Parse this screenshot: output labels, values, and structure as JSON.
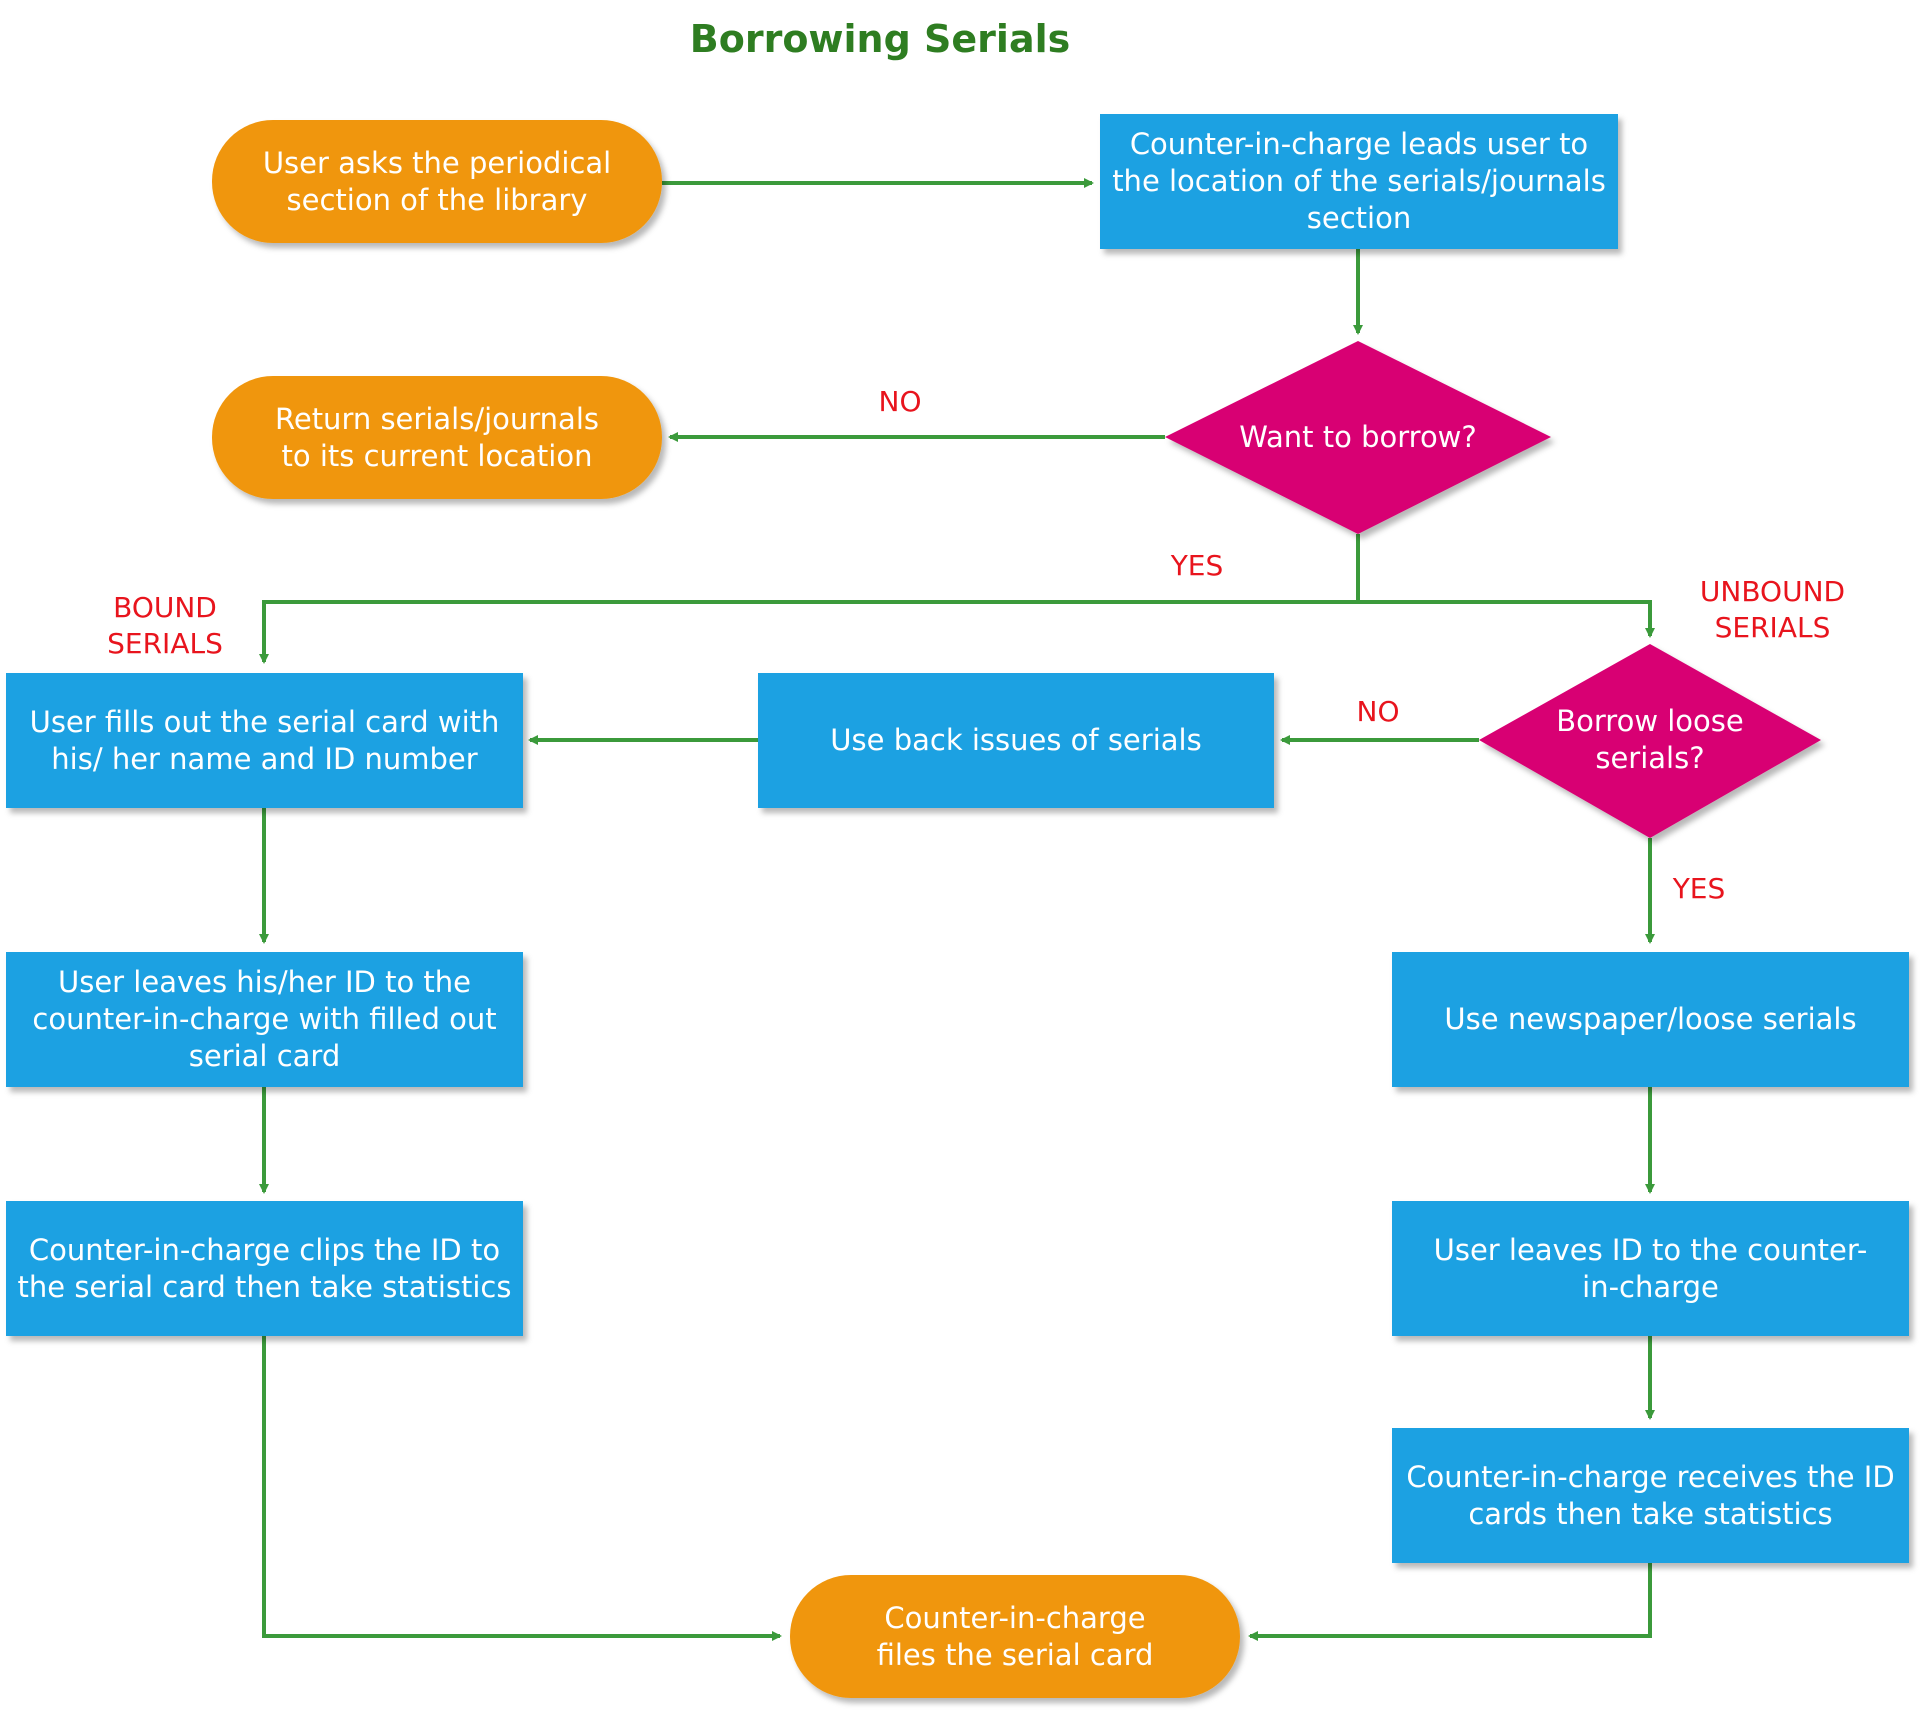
{
  "title": "Borrowing Serials",
  "colors": {
    "terminal": "#f0960c",
    "process": "#1ba1e2",
    "decision": "#d80073",
    "arrow": "#3b9a3b",
    "label": "#e8141d",
    "title": "#2e7d21"
  },
  "nodes": {
    "start": "User asks the periodical section of the library",
    "lead_user": "Counter-in-charge leads user to the location of the serials/journals section",
    "want_borrow": "Want to borrow?",
    "return_serials": "Return serials/journals to its current location",
    "fill_card": "User fills out the serial card with his/ her name and ID number",
    "back_issues": "Use back issues of serials",
    "borrow_loose": "Borrow loose serials?",
    "leave_id_card": "User leaves his/her ID to the counter-in-charge with filled out serial card",
    "newspaper": "Use newspaper/loose serials",
    "clip_id": "Counter-in-charge clips the ID to the serial card then take statistics",
    "leave_id": "User leaves ID to the counter-in-charge",
    "receive_id": "Counter-in-charge receives the ID cards then take statistics",
    "files_card": "Counter-in-charge files the serial card"
  },
  "edge_labels": {
    "no_1": "NO",
    "yes_1": "YES",
    "bound": "BOUND SERIALS",
    "unbound": "UNBOUND SERIALS",
    "no_2": "NO",
    "yes_2": "YES"
  }
}
